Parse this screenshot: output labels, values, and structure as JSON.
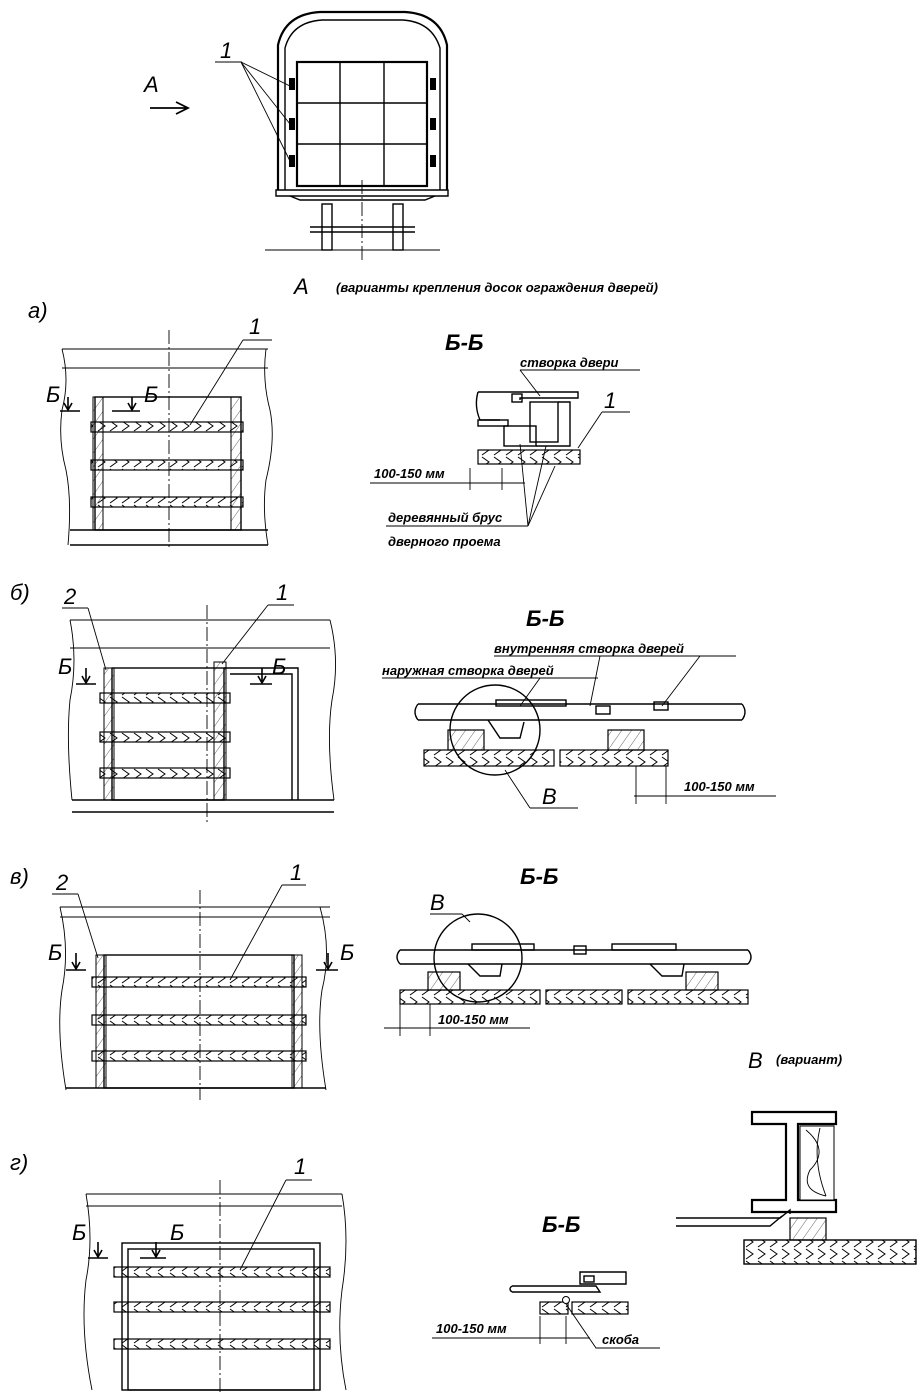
{
  "figure": {
    "top": {
      "view_letter": "А",
      "callout_number": "1",
      "caption_letter": "А",
      "caption_text": "(варианты крепления досок ограждения дверей)"
    },
    "variant_a": {
      "letter": "а)",
      "callout_number": "1",
      "section_mark": "Б",
      "section_title": "Б-Б",
      "leaf_label": "створка двери",
      "board_number": "1",
      "gap_dimension": "100-150 мм",
      "beam_label_line1": "деревянный брус",
      "beam_label_line2": "дверного проема"
    },
    "variant_b": {
      "letter": "б)",
      "callout_2": "2",
      "callout_1": "1",
      "section_mark": "Б",
      "section_title": "Б-Б",
      "inner_leaf": "внутренняя створка дверей",
      "outer_leaf": "наружная створка дверей",
      "detail_letter": "В",
      "gap_dimension": "100-150 мм"
    },
    "variant_v": {
      "letter": "в)",
      "callout_2": "2",
      "callout_1": "1",
      "section_mark": "Б",
      "section_title": "Б-Б",
      "detail_letter": "В",
      "gap_dimension": "100-150 мм"
    },
    "detail_v": {
      "letter": "В",
      "note": "(вариант)"
    },
    "variant_g": {
      "letter": "г)",
      "callout_number": "1",
      "section_mark": "Б",
      "section_title": "Б-Б",
      "gap_dimension": "100-150 мм",
      "clip_label": "скоба"
    }
  }
}
